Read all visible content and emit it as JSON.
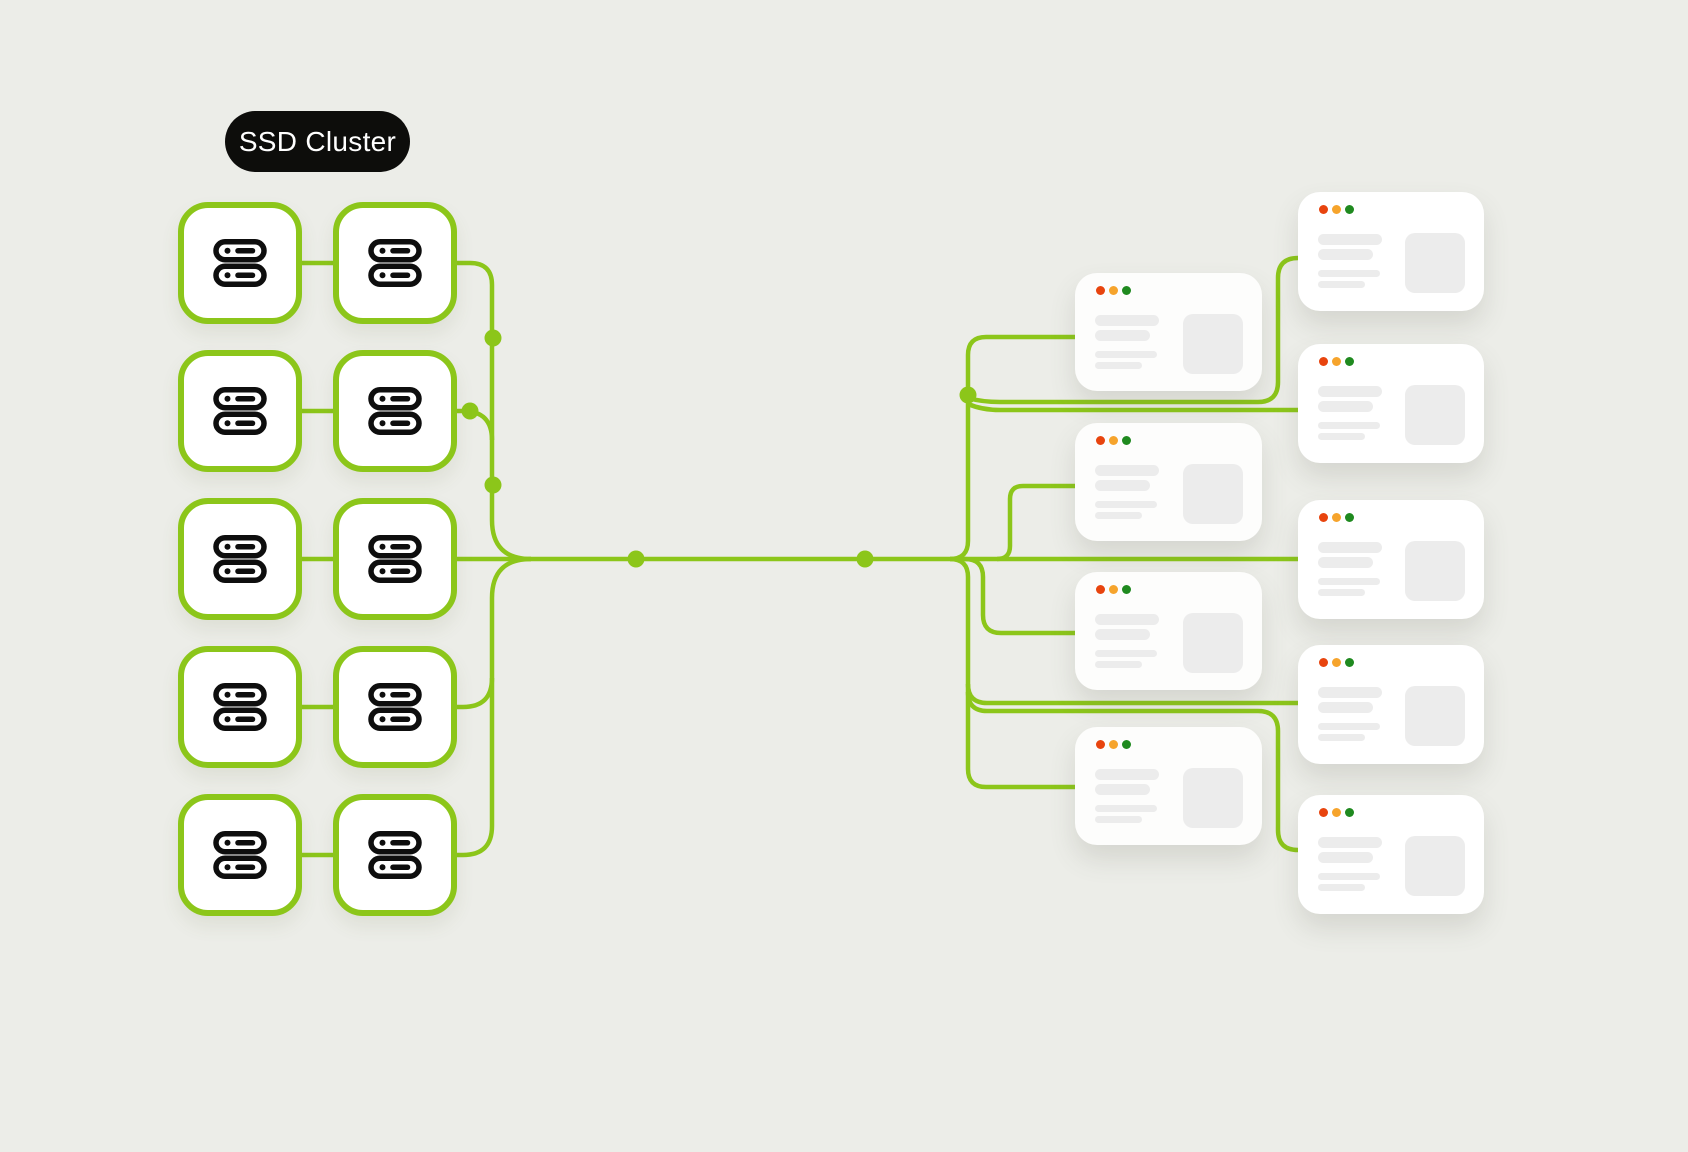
{
  "badge": {
    "label": "SSD Cluster"
  },
  "cluster": {
    "rows": 5,
    "nodes_per_row": 2,
    "total_nodes": 10,
    "node_icon": "server-icon"
  },
  "cards": {
    "middle_count": 4,
    "right_count": 5,
    "style": "browser-window-placeholder",
    "window_dot_colors": [
      "#E8440E",
      "#F6A42C",
      "#1F8A1F"
    ],
    "placeholder_lines_per_card": 4,
    "has_thumbnail": true
  },
  "palette": {
    "background": "#ECEDE8",
    "accent_green": "#8CC61A",
    "badge_bg": "#0D0D0B",
    "badge_text": "#FFFFFF",
    "card_bg": "#FFFFFF",
    "placeholder_gray": "#ECECEC",
    "icon_black": "#0E0E0E"
  }
}
